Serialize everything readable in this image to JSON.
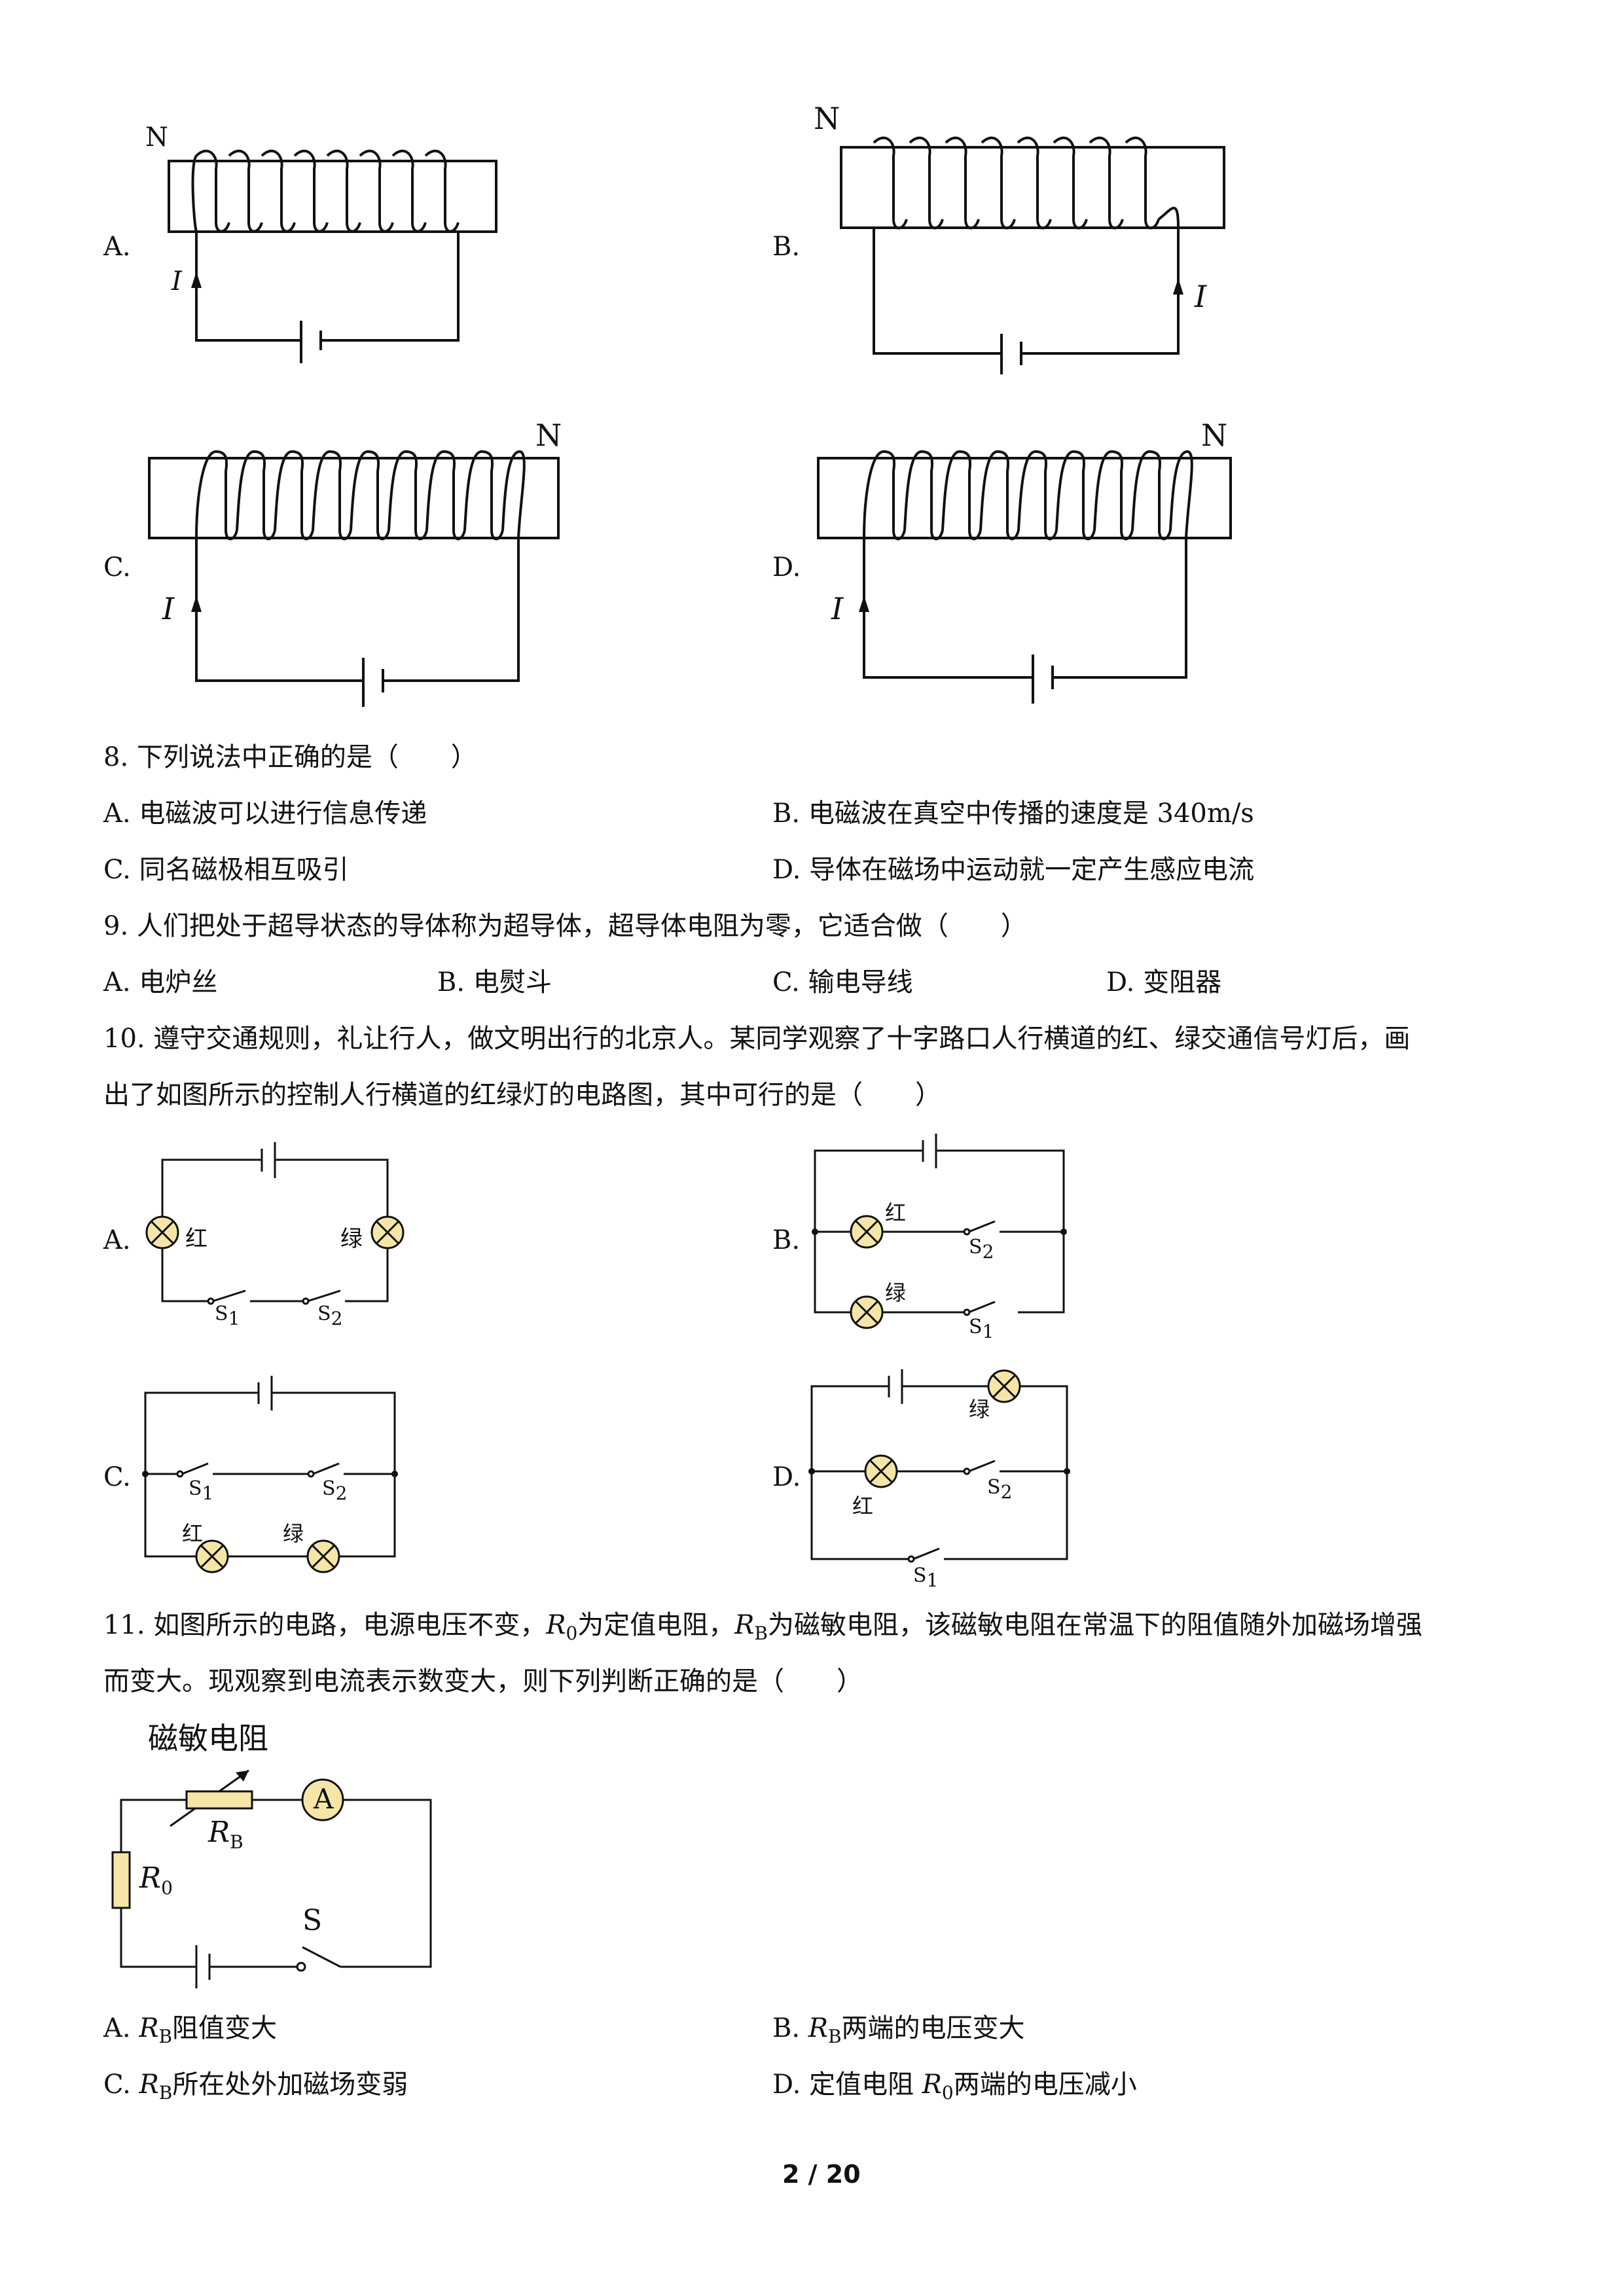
{
  "q7": {
    "options": [
      {
        "letter": "A.",
        "pole": "N",
        "current": "I"
      },
      {
        "letter": "B.",
        "pole": "N",
        "current": "I"
      },
      {
        "letter": "C.",
        "pole": "N",
        "current": "I"
      },
      {
        "letter": "D.",
        "pole": "N",
        "current": "I"
      }
    ]
  },
  "q8": {
    "stem": "8. 下列说法中正确的是（　　）",
    "a": "A. 电磁波可以进行信息传递",
    "b": "B. 电磁波在真空中传播的速度是 340m/s",
    "c": "C. 同名磁极相互吸引",
    "d": "D. 导体在磁场中运动就一定产生感应电流"
  },
  "q9": {
    "stem": "9. 人们把处于超导状态的导体称为超导体，超导体电阻为零，它适合做（　　）",
    "a": "A. 电炉丝",
    "b": "B. 电熨斗",
    "c": "C. 输电导线",
    "d": "D. 变阻器"
  },
  "q10": {
    "stem1": "10. 遵守交通规则，礼让行人，做文明出行的北京人。某同学观察了十字路口人行横道的红、绿交通信号灯后，画",
    "stem2": "出了如图所示的控制人行横道的红绿灯的电路图，其中可行的是（　　）",
    "options": [
      "A.",
      "B.",
      "C.",
      "D."
    ],
    "red": "红",
    "green": "绿",
    "s": "S",
    "s1": "1",
    "s2": "2"
  },
  "q11": {
    "stem1_a": "11. 如图所示的电路，电源电压不变，",
    "r": "R",
    "sub0": "0",
    "subB": "B",
    "stem1_b": "为定值电阻，",
    "stem1_c": "为磁敏电阻，该磁敏电阻在常温下的阻值随外加磁场增强",
    "stem2": "而变大。现观察到电流表示数变大，则下列判断正确的是（　　）",
    "fig_title": "磁敏电阻",
    "ammeter": "A",
    "switch": "S",
    "a_pre": "A. ",
    "a_post": "阻值变大",
    "b_pre": "B. ",
    "b_post": "两端的电压变大",
    "c_pre": "C. ",
    "c_post": "所在处外加磁场变弱",
    "d_pre": "D. 定值电阻 ",
    "d_post": "两端的电压减小"
  },
  "page": {
    "number": "2 / 20"
  }
}
